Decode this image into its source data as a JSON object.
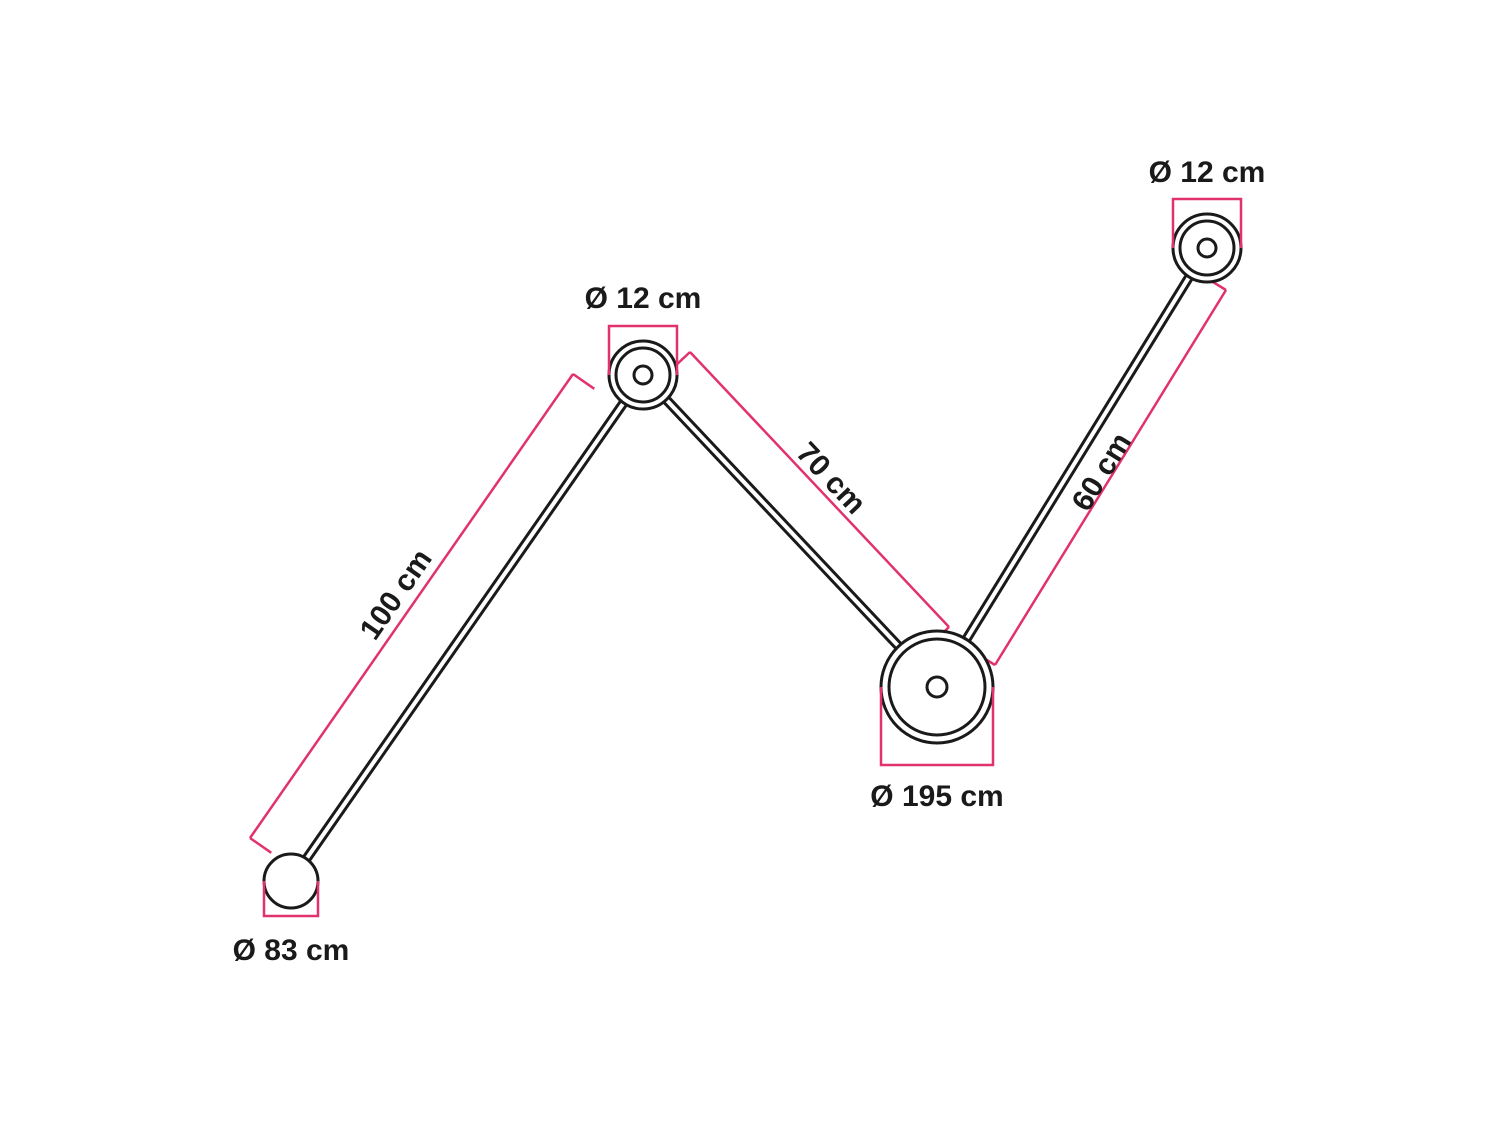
{
  "diagram": {
    "colors": {
      "outline": "#1a1a1a",
      "dimension": "#e2316f",
      "label_text": "#1a1a1a",
      "background": "#ffffff"
    },
    "arms": [
      {
        "name": "lower-arm",
        "length_label": "100 cm"
      },
      {
        "name": "middle-arm",
        "length_label": "70 cm"
      },
      {
        "name": "upper-arm",
        "length_label": "60 cm"
      }
    ],
    "joints": [
      {
        "name": "base-ball",
        "diameter_label": "Ø 83 cm"
      },
      {
        "name": "upper-middle-joint",
        "diameter_label": "Ø 12 cm"
      },
      {
        "name": "large-lower-joint",
        "diameter_label": "Ø 195 cm"
      },
      {
        "name": "top-right-joint",
        "diameter_label": "Ø 12 cm"
      }
    ]
  }
}
